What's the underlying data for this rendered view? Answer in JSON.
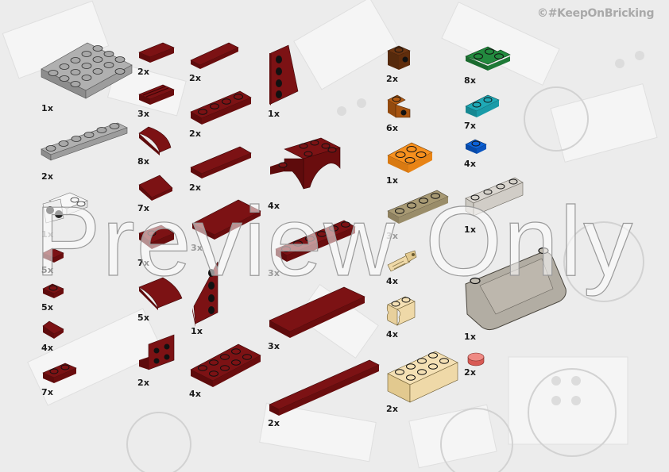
{
  "credit": "©#KeepOnBricking",
  "watermark": "Preview Only",
  "colors": {
    "background": "#ececec",
    "dark_red": "#720e0f",
    "light_gray": "#a5a5a5",
    "white": "#f4f4f4",
    "reddish_brown": "#5f2d0c",
    "dark_orange": "#a8540f",
    "orange": "#f7901e",
    "green": "#1e7a37",
    "dark_turquoise": "#1a9ba8",
    "blue": "#0a55c0",
    "dark_tan": "#a89a74",
    "tan": "#efd9a8",
    "trans_clear": "#b9b5ab",
    "trans_black": "#8a8478",
    "trans_red": "#e8706a"
  },
  "parts": [
    {
      "id": "plate-4x4-light-gray",
      "qty": "1x",
      "color": "light_gray"
    },
    {
      "id": "plate-1x6-light-gray",
      "qty": "2x",
      "color": "light_gray"
    },
    {
      "id": "plate-2x2-bracket-white",
      "qty": "1x",
      "color": "white"
    },
    {
      "id": "tile-1x1-dark-red",
      "qty": "5x",
      "color": "dark_red"
    },
    {
      "id": "plate-1x1-dark-red",
      "qty": "5x",
      "color": "dark_red"
    },
    {
      "id": "slope-1x1-dark-red",
      "qty": "4x",
      "color": "dark_red"
    },
    {
      "id": "plate-1x2-dark-red",
      "qty": "7x",
      "color": "dark_red"
    },
    {
      "id": "tile-1x2-dark-red",
      "qty": "2x",
      "color": "dark_red"
    },
    {
      "id": "tile-1x2-grille-dark-red",
      "qty": "3x",
      "color": "dark_red"
    },
    {
      "id": "curved-slope-1x2-dark-red",
      "qty": "8x",
      "color": "dark_red"
    },
    {
      "id": "slope-1x2-dark-red",
      "qty": "7x",
      "color": "dark_red"
    },
    {
      "id": "plate-1x2-rounded-dark-red",
      "qty": "7x",
      "color": "dark_red"
    },
    {
      "id": "curved-slope-2x2-dark-red",
      "qty": "5x",
      "color": "dark_red"
    },
    {
      "id": "bracket-1x2-2x2-dark-red",
      "qty": "2x",
      "color": "dark_red"
    },
    {
      "id": "tile-1x4-dark-red",
      "qty": "2x",
      "color": "dark_red"
    },
    {
      "id": "plate-1x4-dark-red",
      "qty": "2x",
      "color": "dark_red"
    },
    {
      "id": "tile-1x4-b-dark-red",
      "qty": "2x",
      "color": "dark_red"
    },
    {
      "id": "tile-2x4-dark-red",
      "qty": "3x",
      "color": "dark_red"
    },
    {
      "id": "wedge-plate-4x2-right-dark-red",
      "qty": "1x",
      "color": "dark_red"
    },
    {
      "id": "wedge-plate-4x2-left-dark-red",
      "qty": "1x",
      "color": "dark_red"
    },
    {
      "id": "plate-2x4-dark-red",
      "qty": "4x",
      "color": "dark_red"
    },
    {
      "id": "arch-mudguard-dark-red",
      "qty": "4x",
      "color": "dark_red"
    },
    {
      "id": "plate-1x6-dark-red",
      "qty": "3x",
      "color": "dark_red"
    },
    {
      "id": "tile-2x6-dark-red",
      "qty": "3x",
      "color": "dark_red"
    },
    {
      "id": "tile-1x8-dark-red",
      "qty": "2x",
      "color": "dark_red"
    },
    {
      "id": "brick-1x1-stud-reddish-brown",
      "qty": "2x",
      "color": "reddish_brown"
    },
    {
      "id": "bracket-1x1-dark-orange",
      "qty": "6x",
      "color": "dark_orange"
    },
    {
      "id": "plate-2x2-orange",
      "qty": "1x",
      "color": "orange"
    },
    {
      "id": "plate-1x4-dark-tan",
      "qty": "3x",
      "color": "dark_tan"
    },
    {
      "id": "pin-axle-tan",
      "qty": "4x",
      "color": "tan"
    },
    {
      "id": "brick-1x2-log-tan",
      "qty": "4x",
      "color": "tan"
    },
    {
      "id": "brick-2x4-tan",
      "qty": "2x",
      "color": "tan"
    },
    {
      "id": "plate-corner-green",
      "qty": "8x",
      "color": "green"
    },
    {
      "id": "plate-1x2-dark-turquoise",
      "qty": "7x",
      "color": "dark_turquoise"
    },
    {
      "id": "plate-1x1-blue",
      "qty": "4x",
      "color": "blue"
    },
    {
      "id": "brick-1x4-trans-clear",
      "qty": "1x",
      "color": "trans_clear"
    },
    {
      "id": "windscreen-trans-black",
      "qty": "1x",
      "color": "trans_black"
    },
    {
      "id": "tile-round-1x1-trans-red",
      "qty": "2x",
      "color": "trans_red"
    }
  ]
}
